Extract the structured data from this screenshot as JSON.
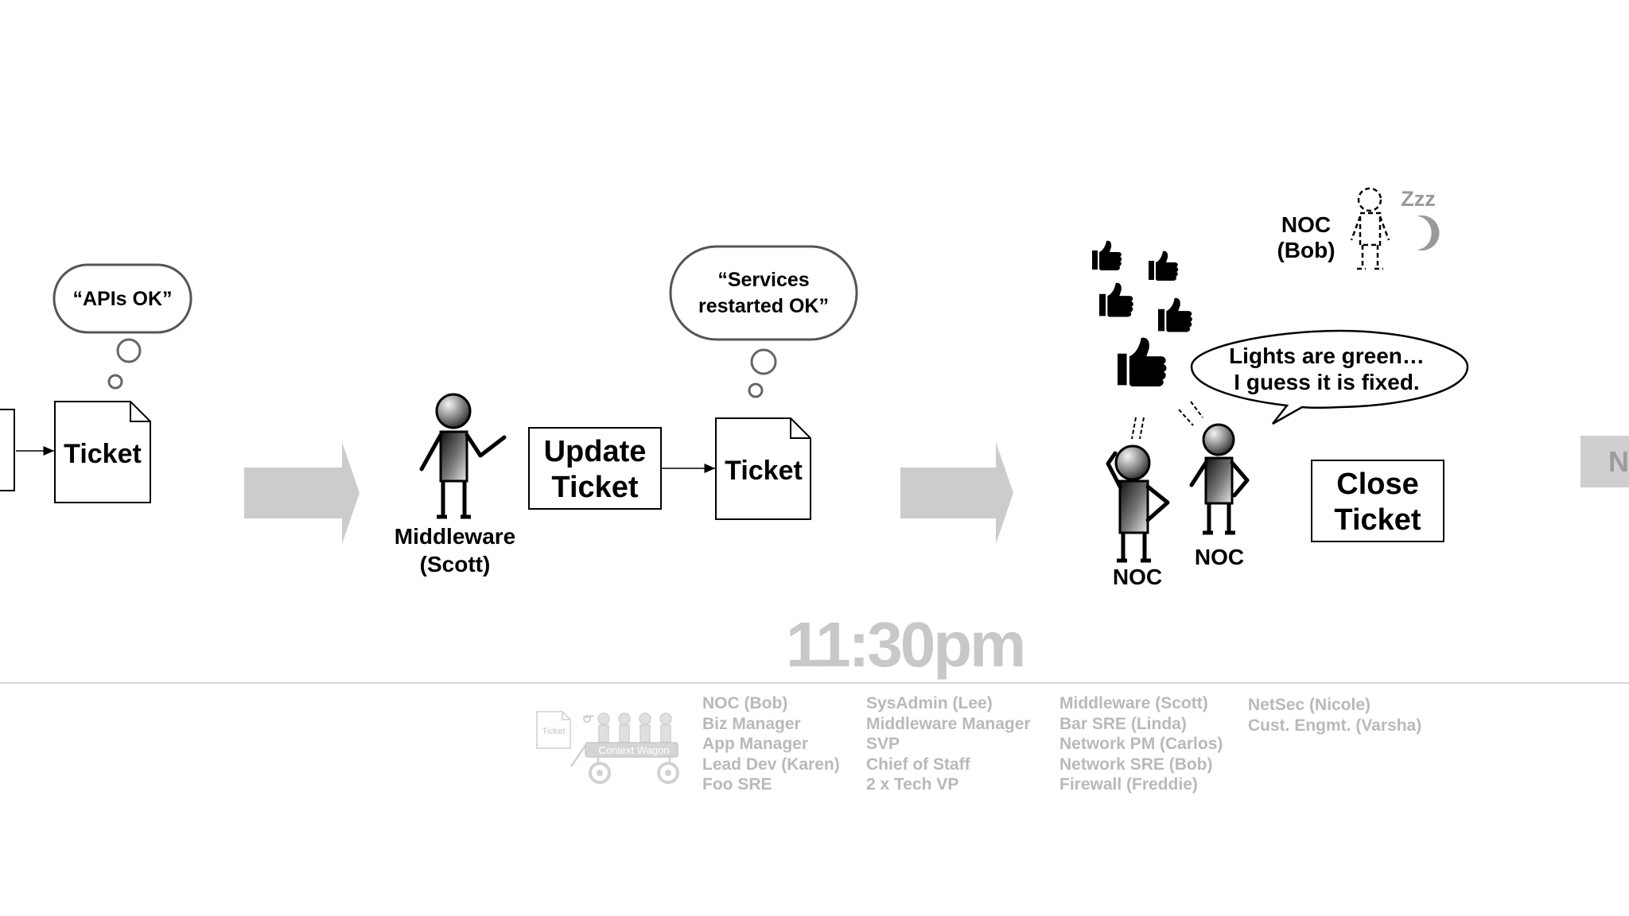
{
  "scene1": {
    "thought": "“APIs OK”",
    "ticket": "Ticket"
  },
  "scene2": {
    "person": [
      "Middleware",
      "(Scott)"
    ],
    "action": [
      "Update",
      "Ticket"
    ],
    "ticket": "Ticket",
    "thought": [
      "“Services",
      "restarted OK”"
    ]
  },
  "scene3": {
    "sleeper": [
      "NOC",
      "(Bob)"
    ],
    "zzz": "Zzz",
    "speech": [
      "Lights are green…",
      "I guess it is fixed."
    ],
    "person_left": "NOC",
    "person_right": "NOC",
    "action": [
      "Close",
      "Ticket"
    ]
  },
  "time_label": "11:30pm",
  "next_tab": "N",
  "wagon": {
    "ticket": "Ticket",
    "label": "Context Wagon"
  },
  "roster": [
    [
      "NOC (Bob)",
      "Biz Manager",
      "App Manager",
      "Lead Dev (Karen)",
      "Foo SRE"
    ],
    [
      "SysAdmin (Lee)",
      "Middleware Manager",
      "SVP",
      "Chief of Staff",
      "2 x Tech VP"
    ],
    [
      "Middleware (Scott)",
      "Bar SRE (Linda)",
      "Network PM (Carlos)",
      "Network SRE (Bob)",
      "Firewall (Freddie)"
    ],
    [
      "NetSec (Nicole)",
      "Cust. Engmt. (Varsha)"
    ]
  ],
  "colors": {
    "arrow": "#cccccc",
    "time": "#c8c8c8",
    "roster": "#b9b9b9",
    "moon": "#999999"
  },
  "icons": [
    "stick-figure",
    "thought-bubble",
    "speech-bubble",
    "document",
    "thumbs-up",
    "moon",
    "wagon"
  ]
}
